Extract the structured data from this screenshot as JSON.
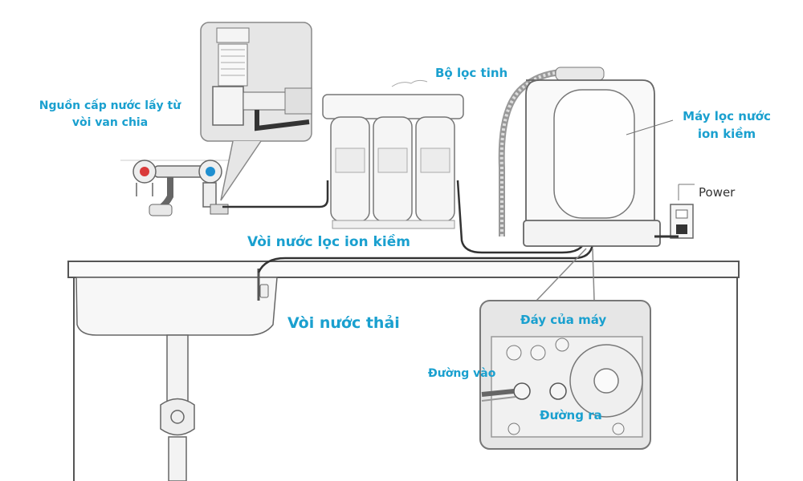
{
  "labels": {
    "water_source": "Nguồn cấp nước lấy từ vòi van chia",
    "water_source_line1": "Nguồn cấp nước lấy từ",
    "water_source_line2": "vòi van chia",
    "fine_filter": "Bộ lọc tinh",
    "machine_line1": "Máy lọc nước",
    "machine_line2": "ion kiềm",
    "power": "Power",
    "alkaline_faucet": "Vòi nước lọc ion kiềm",
    "waste_faucet": "Vòi nước thải",
    "machine_bottom": "Đáy của máy",
    "inlet": "Đường vào",
    "outlet": "Đường ra"
  },
  "colors": {
    "label_blue": "#1aa0cf",
    "line": "#555555",
    "hot_valve": "#d93a3a",
    "cold_valve": "#1f8fd0",
    "inset_bg": "#e6e6e6"
  }
}
